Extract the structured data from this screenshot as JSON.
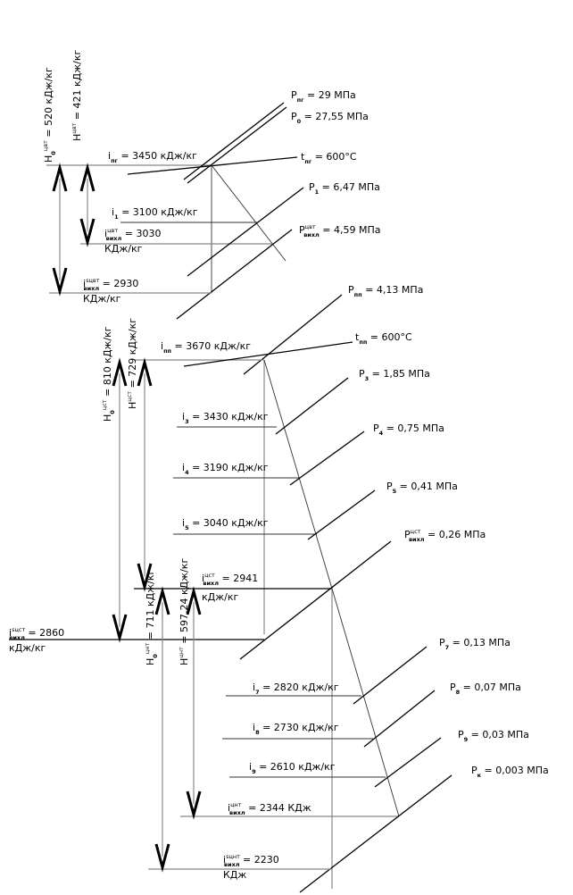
{
  "labels": {
    "p_pg": [
      [
        "P",
        ""
      ],
      [
        "пг",
        "sub"
      ],
      [
        " = 29 МПа",
        ""
      ]
    ],
    "p_0": [
      [
        "P",
        ""
      ],
      [
        "0",
        "sub"
      ],
      [
        " = 27,55 МПа",
        ""
      ]
    ],
    "t_pg": [
      [
        "t",
        ""
      ],
      [
        "пг",
        "sub"
      ],
      [
        " = 600°C",
        ""
      ]
    ],
    "i_pg": [
      [
        "i",
        ""
      ],
      [
        "пг",
        "sub"
      ],
      [
        " = 3450 кДж/кг",
        ""
      ]
    ],
    "p_1": [
      [
        "P",
        ""
      ],
      [
        "1",
        "sub"
      ],
      [
        " = 6,47 МПа",
        ""
      ]
    ],
    "i_1": [
      [
        "i",
        ""
      ],
      [
        "1",
        "sub"
      ],
      [
        " = 3100 кДж/кг",
        ""
      ]
    ],
    "p_vykhl_cvt": [
      [
        "P",
        ""
      ],
      [
        "цвт",
        "sup"
      ],
      [
        "вихл",
        "sub"
      ],
      [
        " = 4,59 МПа",
        ""
      ]
    ],
    "i_vykhl_cvt": [
      [
        "i",
        ""
      ],
      [
        "цвт",
        "sup"
      ],
      [
        "вихл",
        "sub"
      ],
      [
        " = 3030",
        ""
      ]
    ],
    "i_vykhl_cvt_unit": [
      [
        "КДж/кг",
        ""
      ]
    ],
    "is_vykhl_cvt": [
      [
        "i",
        ""
      ],
      [
        "sцвт",
        "sup"
      ],
      [
        "вихл",
        "sub"
      ],
      [
        " = 2930",
        ""
      ]
    ],
    "is_vykhl_cvt_unit": [
      [
        "КДж/кг",
        ""
      ]
    ],
    "h0_cvt": [
      [
        "H",
        ""
      ],
      [
        "0",
        "sub"
      ],
      [
        "цвт",
        "sup"
      ],
      [
        " = 520 кДж/кг",
        ""
      ]
    ],
    "h_cvt": [
      [
        "H",
        ""
      ],
      [
        "цвт",
        "sup"
      ],
      [
        " = 421 кДж/кг",
        ""
      ]
    ],
    "p_pp": [
      [
        "P",
        ""
      ],
      [
        "пп",
        "sub"
      ],
      [
        " = 4,13 МПа",
        ""
      ]
    ],
    "t_pp": [
      [
        "t",
        ""
      ],
      [
        "пп",
        "sub"
      ],
      [
        " = 600°C",
        ""
      ]
    ],
    "i_pp": [
      [
        "i",
        ""
      ],
      [
        "пп",
        "sub"
      ],
      [
        " = 3670 кДж/кг",
        ""
      ]
    ],
    "p_3": [
      [
        "P",
        ""
      ],
      [
        "3",
        "sub"
      ],
      [
        " = 1,85 МПа",
        ""
      ]
    ],
    "i_3": [
      [
        "i",
        ""
      ],
      [
        "3",
        "sub"
      ],
      [
        " = 3430 кДж/кг",
        ""
      ]
    ],
    "p_4": [
      [
        "P",
        ""
      ],
      [
        "4",
        "sub"
      ],
      [
        " = 0,75 МПа",
        ""
      ]
    ],
    "i_4": [
      [
        "i",
        ""
      ],
      [
        "4",
        "sub"
      ],
      [
        " = 3190 кДж/кг",
        ""
      ]
    ],
    "p_5": [
      [
        "P",
        ""
      ],
      [
        "5",
        "sub"
      ],
      [
        " = 0,41 МПа",
        ""
      ]
    ],
    "i_5": [
      [
        "i",
        ""
      ],
      [
        "5",
        "sub"
      ],
      [
        " = 3040 кДж/кг",
        ""
      ]
    ],
    "p_vykhl_cst": [
      [
        "P",
        ""
      ],
      [
        "цст",
        "sup"
      ],
      [
        "вихл",
        "sub"
      ],
      [
        " = 0,26 МПа",
        ""
      ]
    ],
    "i_vykhl_cst": [
      [
        "i",
        ""
      ],
      [
        "цст",
        "sup"
      ],
      [
        "вихл",
        "sub"
      ],
      [
        " = 2941",
        ""
      ]
    ],
    "i_vykhl_cst_unit": [
      [
        "кДж/кг",
        ""
      ]
    ],
    "is_vykhl_cst": [
      [
        "i",
        ""
      ],
      [
        "sцст",
        "sup"
      ],
      [
        "вихл",
        "sub"
      ],
      [
        " = 2860",
        ""
      ]
    ],
    "is_vykhl_cst_unit": [
      [
        "кДж/кг",
        ""
      ]
    ],
    "h0_cst": [
      [
        "H",
        ""
      ],
      [
        "0",
        "sub"
      ],
      [
        "цст",
        "sup"
      ],
      [
        " = 810 кДж/кг",
        ""
      ]
    ],
    "h_cst": [
      [
        "H",
        ""
      ],
      [
        "цст",
        "sup"
      ],
      [
        " = 729 кДж/кг",
        ""
      ]
    ],
    "p_7": [
      [
        "P",
        ""
      ],
      [
        "7",
        "sub"
      ],
      [
        " = 0,13 МПа",
        ""
      ]
    ],
    "i_7": [
      [
        "i",
        ""
      ],
      [
        "7",
        "sub"
      ],
      [
        " = 2820 кДж/кг",
        ""
      ]
    ],
    "p_8": [
      [
        "P",
        ""
      ],
      [
        "8",
        "sub"
      ],
      [
        " = 0,07 МПа",
        ""
      ]
    ],
    "i_8": [
      [
        "i",
        ""
      ],
      [
        "8",
        "sub"
      ],
      [
        " = 2730 кДж/кг",
        ""
      ]
    ],
    "p_9": [
      [
        "P",
        ""
      ],
      [
        "9",
        "sub"
      ],
      [
        " = 0,03 МПа",
        ""
      ]
    ],
    "i_9": [
      [
        "i",
        ""
      ],
      [
        "9",
        "sub"
      ],
      [
        " = 2610 кДж/кг",
        ""
      ]
    ],
    "p_k": [
      [
        "P",
        ""
      ],
      [
        "к",
        "sub"
      ],
      [
        " = 0,003 МПа",
        ""
      ]
    ],
    "i_vykhl_cnt": [
      [
        "i",
        ""
      ],
      [
        "цнт",
        "sup"
      ],
      [
        "вихл",
        "sub"
      ],
      [
        " = 2344 КДж",
        ""
      ]
    ],
    "is_vykhl_cnt": [
      [
        "i",
        ""
      ],
      [
        "sцнт",
        "sup"
      ],
      [
        "вихл",
        "sub"
      ],
      [
        " = 2230",
        ""
      ]
    ],
    "is_vykhl_cnt_unit": [
      [
        "КДж",
        ""
      ]
    ],
    "h0_cnt": [
      [
        "H",
        ""
      ],
      [
        "0",
        "sub"
      ],
      [
        "цнт",
        "sup"
      ],
      [
        " = 711 кДж/кг",
        ""
      ]
    ],
    "h_cnt": [
      [
        "H",
        ""
      ],
      [
        "цнт",
        "sup"
      ],
      [
        " = 597,24 кДж/кг",
        ""
      ]
    ]
  }
}
